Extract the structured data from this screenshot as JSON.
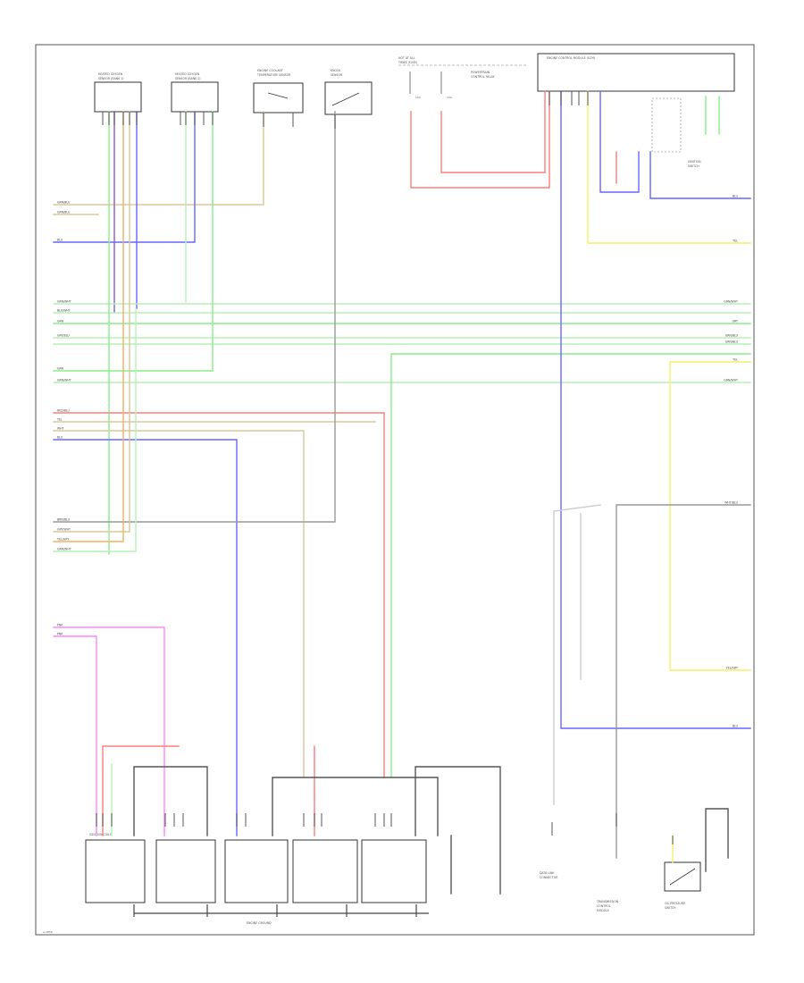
{
  "colors": {
    "red": "#ff7b7b",
    "pink": "#ff86ff",
    "blue": "#6666ff",
    "green": "#88ee88",
    "lgreen": "#b6f2b6",
    "tan": "#d9c89a",
    "yellow": "#f2f266",
    "black": "#555555",
    "white": "#cccccc",
    "gray": "#999999",
    "violet": "#8a5ad0",
    "orange": "#f0b060"
  },
  "footer": {
    "ground_bus_label": "ENGINE GROUND",
    "code": "A-3856"
  },
  "components": [
    {
      "id": "hs-left",
      "lines": [
        "HEATED OXYGEN",
        "SENSOR (BANK 1)"
      ]
    },
    {
      "id": "hs-right",
      "lines": [
        "HEATED OXYGEN",
        "SENSOR (BANK 2)"
      ]
    },
    {
      "id": "coolant",
      "lines": [
        "ENGINE COOLANT",
        "TEMPERATURE SENSOR"
      ]
    },
    {
      "id": "knock",
      "lines": [
        "KNOCK",
        "SENSOR"
      ]
    },
    {
      "id": "fuse",
      "lines": [
        "HOT AT ALL",
        "TIMES (FUSE)"
      ]
    },
    {
      "id": "relay",
      "lines": [
        "POWERTRAIN",
        "CONTROL RELAY"
      ]
    },
    {
      "id": "ecm",
      "lines": [
        "ENGINE CONTROL MODULE (ECM)"
      ]
    },
    {
      "id": "sub",
      "lines": [
        "IGNITION",
        "SWITCH"
      ]
    },
    {
      "id": "mods",
      "lines": [
        "IGNITION COILS"
      ]
    },
    {
      "id": "dlc",
      "lines": [
        "DATA LINK",
        "CONNECTOR"
      ]
    },
    {
      "id": "trans",
      "lines": [
        "TRANSMISSION",
        "CONTROL",
        "MODULE"
      ]
    },
    {
      "id": "oilpr",
      "lines": [
        "OIL PRESSURE",
        "SWITCH"
      ]
    }
  ],
  "wire_labels": {
    "left": [
      "GRN/BLU",
      "GRN/BLU",
      "BLU",
      "GRN/WHT",
      "BLU/WHT",
      "GRN",
      "GRY/BLU",
      "GRN",
      "GRN/WHT",
      "RED/BLU",
      "YEL",
      "WHT",
      "BLU",
      "BRN/BLU",
      "GRY/WHT",
      "YEL/GRY",
      "GRN/WHT",
      "PNK",
      "PNK"
    ],
    "right": [
      "BLU",
      "YEL",
      "GRN/WHT",
      "GRY",
      "GRN/BLU",
      "GRN/BLU",
      "YEL",
      "GRN/WHT",
      "WHT/BLU",
      "YEL/GRY",
      "BLU"
    ]
  }
}
